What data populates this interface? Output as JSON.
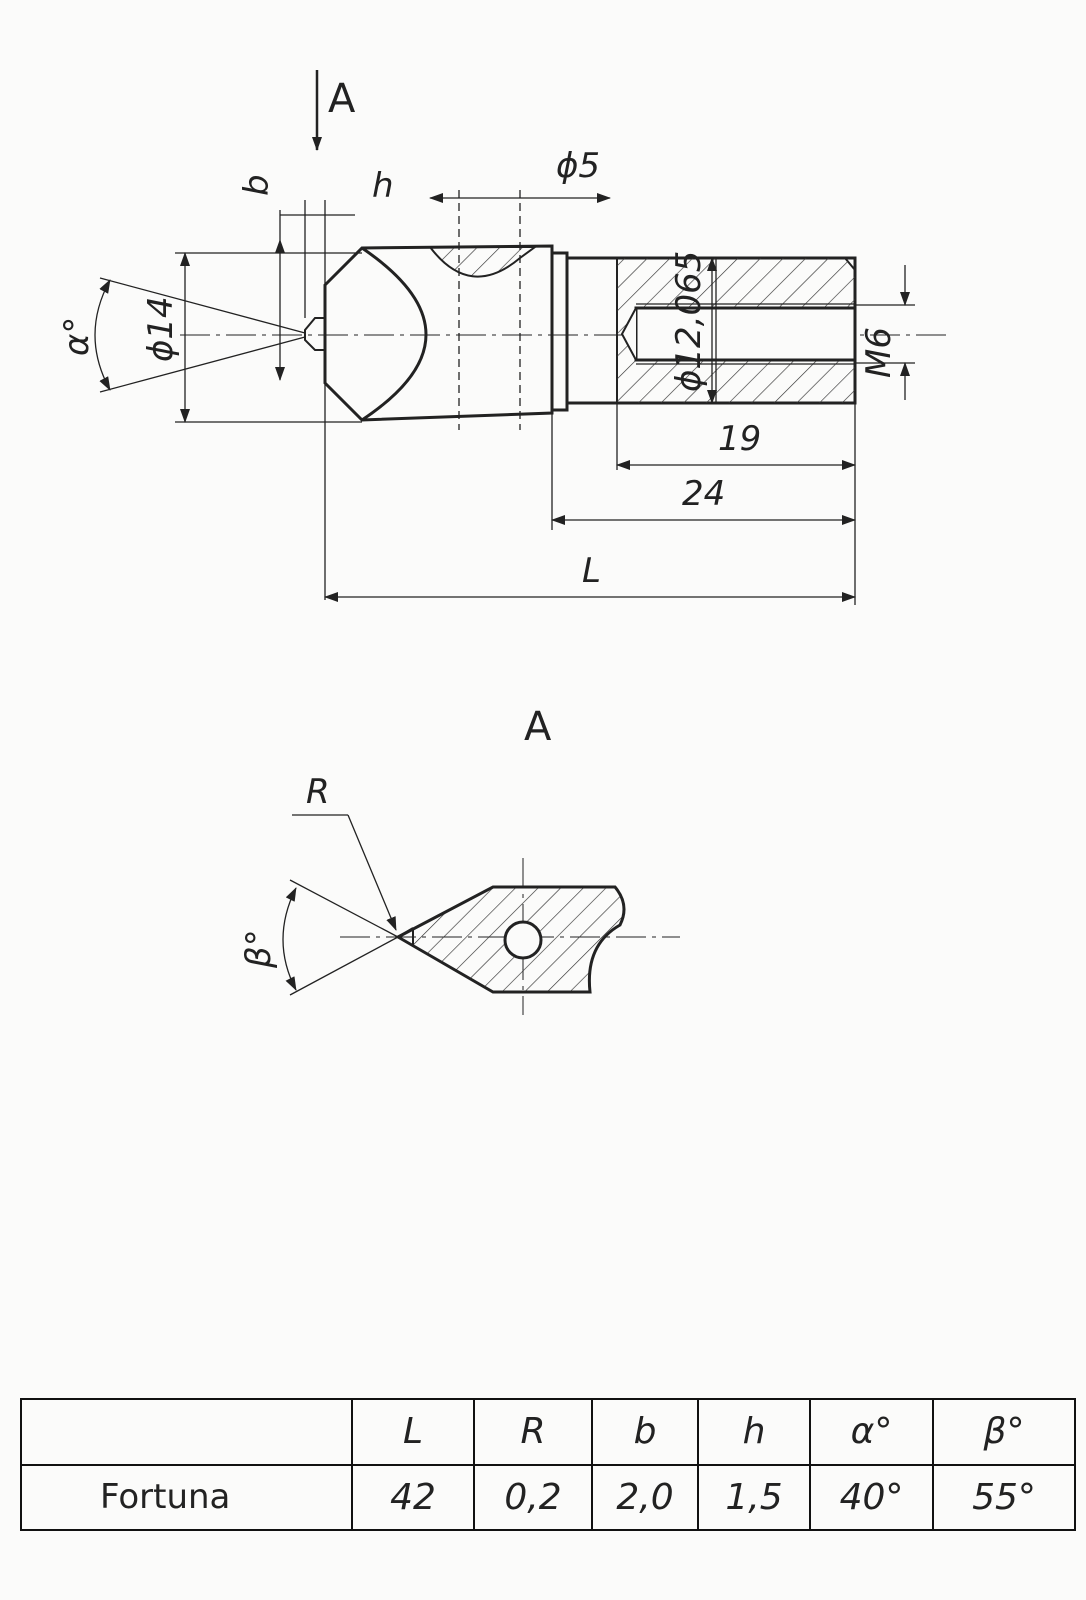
{
  "view_label_top": "A",
  "view_label_section": "A",
  "dimensions": {
    "b": "b",
    "h": "h",
    "hole_dia": "ϕ5",
    "body_dia": "ϕ14",
    "shank_dia": "ϕ12,065",
    "alpha": "α°",
    "thread": "M6",
    "len_19": "19",
    "len_24": "24",
    "len_L": "L",
    "radius": "R",
    "beta": "β°"
  },
  "table": {
    "header": [
      "",
      "L",
      "R",
      "b",
      "h",
      "α°",
      "β°"
    ],
    "rows": [
      [
        "Fortuna",
        "42",
        "0,2",
        "2,0",
        "1,5",
        "40°",
        "55°"
      ]
    ]
  }
}
